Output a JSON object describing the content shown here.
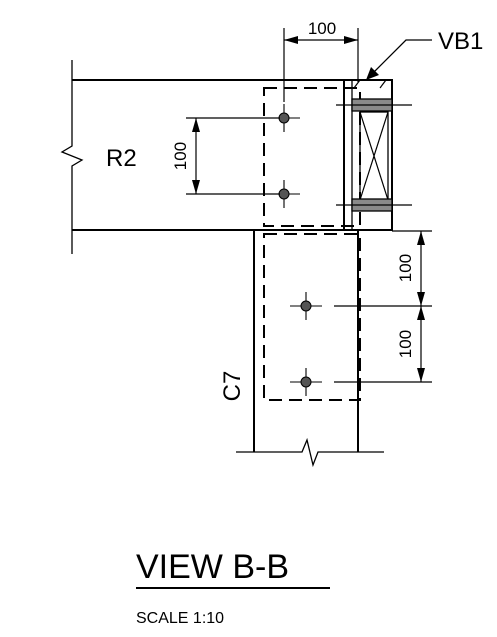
{
  "labels": {
    "beam": "R2",
    "column": "C7",
    "callout": "VB1"
  },
  "dimensions": {
    "top_width": "100",
    "beam_bolt_spacing": "100",
    "column_bolt_spacing_upper": "100",
    "column_bolt_spacing_lower": "100"
  },
  "title": {
    "view": "VIEW B-B",
    "scale": "SCALE  1:10"
  }
}
